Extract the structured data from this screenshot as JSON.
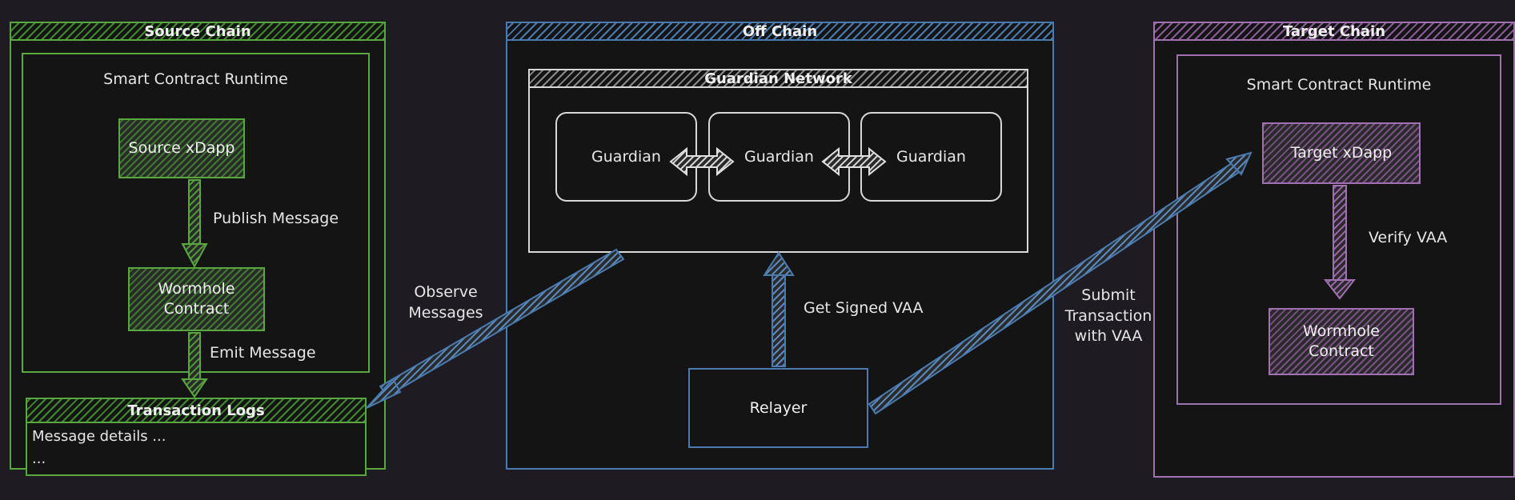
{
  "source_chain": {
    "title": "Source Chain",
    "runtime_label": "Smart Contract Runtime",
    "source_xdapp": "Source xDapp",
    "publish_message": "Publish Message",
    "wormhole_contract": "Wormhole Contract",
    "emit_message": "Emit Message",
    "transaction_logs": "Transaction Logs",
    "log_line_1": "Message details ...",
    "log_line_2": "..."
  },
  "off_chain": {
    "title": "Off Chain",
    "guardian_network": "Guardian Network",
    "guardians": [
      "Guardian",
      "Guardian",
      "Guardian"
    ],
    "get_signed_vaa": "Get Signed VAA",
    "relayer": "Relayer"
  },
  "between": {
    "observe_messages": "Observe Messages",
    "submit_transaction": "Submit Transaction with VAA"
  },
  "target_chain": {
    "title": "Target Chain",
    "runtime_label": "Smart Contract Runtime",
    "target_xdapp": "Target xDapp",
    "verify_vaa": "Verify VAA",
    "wormhole_contract": "Wormhole Contract"
  },
  "colors": {
    "background": "#1e1c22",
    "panel": "#141414",
    "source_green": "#58a83f",
    "off_chain_blue": "#4a7bb0",
    "target_purple": "#a070b0",
    "guardian_gray": "#d8d8d8"
  }
}
